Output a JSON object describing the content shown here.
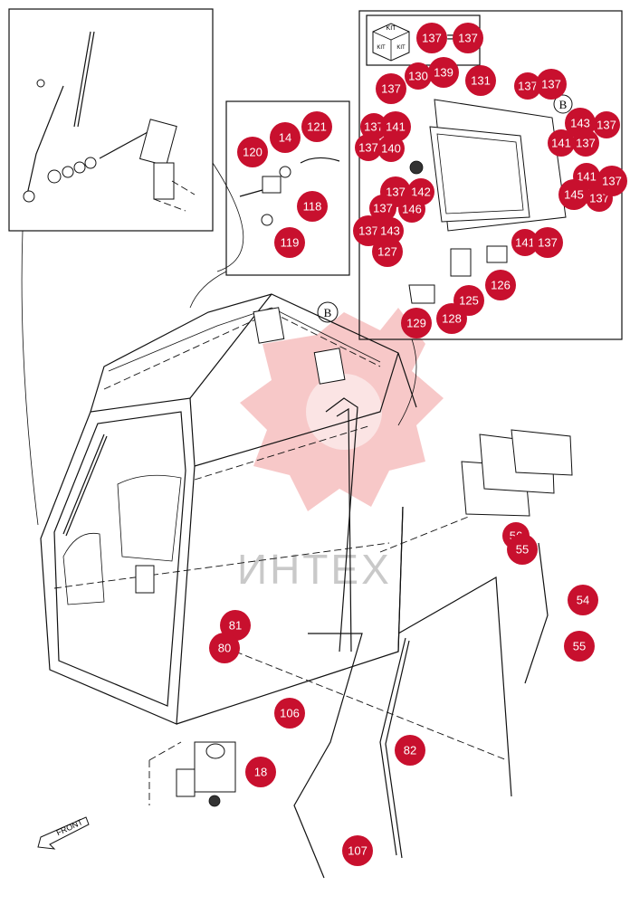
{
  "inset_b_label": "B",
  "cab_b_label": "B",
  "kit_labels": [
    "KIT",
    "KIT",
    "KIT"
  ],
  "kit_equals": "=",
  "watermark": "ИНТЕХ",
  "front_label": "FRONT",
  "callouts": [
    "137",
    "137",
    "137",
    "130",
    "139",
    "131",
    "137",
    "137",
    "137",
    "141",
    "137",
    "143",
    "137",
    "140",
    "141",
    "137",
    "141",
    "137",
    "145",
    "137",
    "137",
    "142",
    "137",
    "146",
    "137",
    "143",
    "141",
    "137",
    "127",
    "126",
    "125",
    "128",
    "129",
    "14",
    "121",
    "120",
    "118",
    "119",
    "81",
    "80",
    "56",
    "55",
    "54",
    "55",
    "106",
    "82",
    "18",
    "107"
  ]
}
